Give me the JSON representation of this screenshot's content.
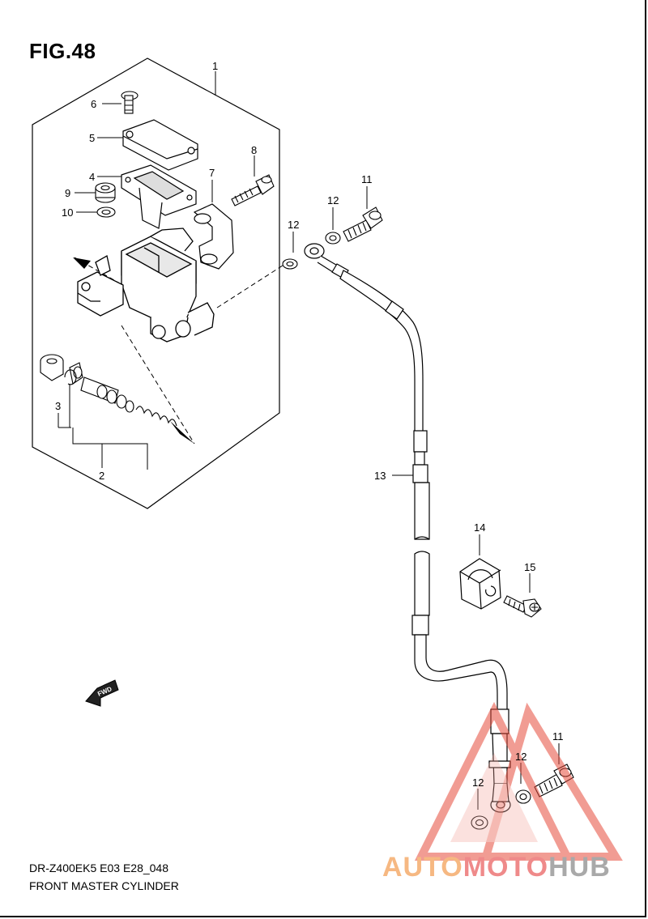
{
  "figure": {
    "title": "FIG.48"
  },
  "footer": {
    "model_code": "DR-Z400EK5 E03 E28_048",
    "caption": "FRONT MASTER CYLINDER"
  },
  "fwd_label": "FWD",
  "watermark": {
    "part1": "AUTO",
    "part2": "MOTO",
    "part3": "HUB"
  },
  "callouts": [
    {
      "id": "1",
      "label": "1"
    },
    {
      "id": "2",
      "label": "2"
    },
    {
      "id": "3",
      "label": "3"
    },
    {
      "id": "4",
      "label": "4"
    },
    {
      "id": "5",
      "label": "5"
    },
    {
      "id": "6",
      "label": "6"
    },
    {
      "id": "7",
      "label": "7"
    },
    {
      "id": "8",
      "label": "8"
    },
    {
      "id": "9",
      "label": "9"
    },
    {
      "id": "10",
      "label": "10"
    },
    {
      "id": "11a",
      "label": "11"
    },
    {
      "id": "12a",
      "label": "12"
    },
    {
      "id": "12b",
      "label": "12"
    },
    {
      "id": "13",
      "label": "13"
    },
    {
      "id": "14",
      "label": "14"
    },
    {
      "id": "15",
      "label": "15"
    },
    {
      "id": "11b",
      "label": "11"
    },
    {
      "id": "12c",
      "label": "12"
    },
    {
      "id": "12d",
      "label": "12"
    }
  ]
}
